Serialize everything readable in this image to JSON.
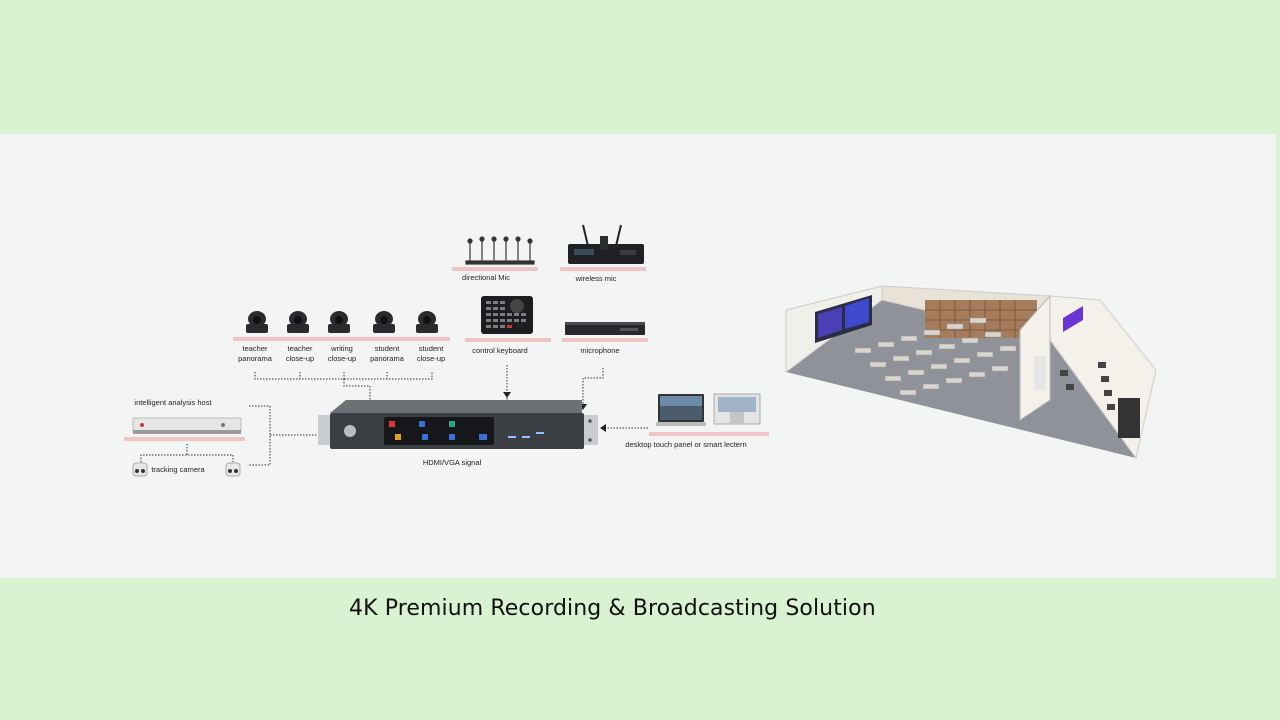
{
  "caption": "4K Premium Recording & Broadcasting Solution",
  "devices": {
    "directional_mic": "directional Mic",
    "wireless_mic": "wireless mic",
    "control_keyboard": "control keyboard",
    "microphone": "microphone",
    "intelligent_host": "intelligent analysis host",
    "tracking_camera": "tracking camera",
    "signal": "HDMI/VGA signal",
    "touch_panel": "desktop touch panel or smart lectern"
  },
  "cameras": [
    {
      "line1": "teacher",
      "line2": "panorama"
    },
    {
      "line1": "teacher",
      "line2": "close-up"
    },
    {
      "line1": "writing",
      "line2": "close-up"
    },
    {
      "line1": "student",
      "line2": "panorama"
    },
    {
      "line1": "student",
      "line2": "close-up"
    }
  ],
  "colors": {
    "background": "#d9f2d1",
    "panel": "#f3f5f4",
    "bar": "#efc4c4"
  }
}
